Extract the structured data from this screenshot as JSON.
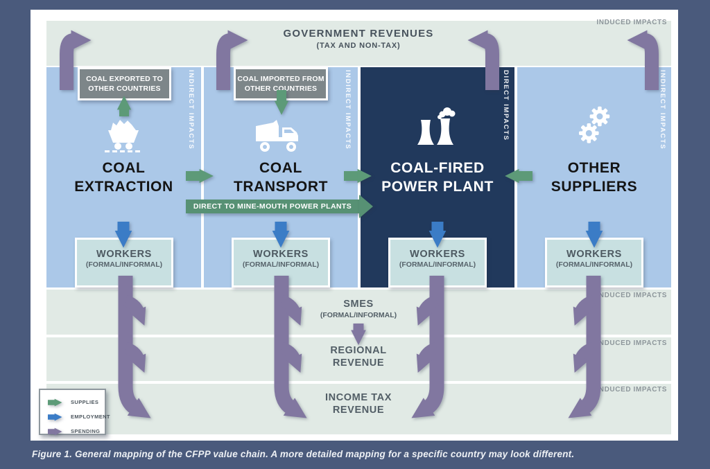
{
  "figure_caption": "Figure 1. General mapping of the CFPP value chain. A more detailed mapping for a specific country may look different.",
  "government_band": {
    "title": "GOVERNMENT REVENUES",
    "subtitle": "(TAX AND NON-TAX)",
    "induced_label": "INDUCED IMPACTS"
  },
  "flow_boxes": {
    "exported": {
      "line1": "COAL EXPORTED TO",
      "line2": "OTHER COUNTRIES"
    },
    "imported": {
      "line1": "COAL IMPORTED FROM",
      "line2": "OTHER COUNTRIES"
    }
  },
  "mine_mouth_banner": "DIRECT TO MINE-MOUTH POWER PLANTS",
  "columns": [
    {
      "id": "coal-extraction",
      "title_line1": "COAL",
      "title_line2": "EXTRACTION",
      "impact_label": "INDIRECT IMPACTS",
      "icon": "mine-cart-icon",
      "workers": {
        "title": "WORKERS",
        "subtitle": "(FORMAL/INFORMAL)"
      }
    },
    {
      "id": "coal-transport",
      "title_line1": "COAL",
      "title_line2": "TRANSPORT",
      "impact_label": "INDIRECT IMPACTS",
      "icon": "dump-truck-icon",
      "workers": {
        "title": "WORKERS",
        "subtitle": "(FORMAL/INFORMAL)"
      }
    },
    {
      "id": "coal-fired-power-plant",
      "title_line1": "COAL-FIRED",
      "title_line2": "POWER PLANT",
      "impact_label": "DIRECT IMPACTS",
      "icon": "power-plant-icon",
      "workers": {
        "title": "WORKERS",
        "subtitle": "(FORMAL/INFORMAL)"
      }
    },
    {
      "id": "other-suppliers",
      "title_line1": "OTHER",
      "title_line2": "SUPPLIERS",
      "impact_label": "INDIRECT IMPACTS",
      "icon": "gears-icon",
      "workers": {
        "title": "WORKERS",
        "subtitle": "(FORMAL/INFORMAL)"
      }
    }
  ],
  "induced_bands": [
    {
      "row1": "SMES",
      "row2": "(FORMAL/INFORMAL)",
      "right_label": "INDUCED IMPACTS"
    },
    {
      "row1": "REGIONAL",
      "row2": "REVENUE",
      "right_label": "INDUCED IMPACTS"
    },
    {
      "row1": "INCOME TAX",
      "row2": "REVENUE",
      "right_label": "INDUCED IMPACTS"
    }
  ],
  "legend": [
    {
      "label": "SUPPLIES",
      "icon": "supplies-arrow-icon",
      "color": "#5d9a78"
    },
    {
      "label": "EMPLOYMENT",
      "icon": "employment-arrow-icon",
      "color": "#3b7cc6"
    },
    {
      "label": "SPENDING",
      "icon": "spending-arrow-icon",
      "color": "#8177a0"
    }
  ],
  "colors": {
    "page_background": "#4a5a7c",
    "panel": "#ffffff",
    "band_mint": "#e1eae5",
    "column_blue": "#abc8e8",
    "column_navy": "#21395c",
    "gray_box": "#7d8689",
    "workers_box": "#c8e0e1",
    "supplies_green": "#5d9a78",
    "employment_blue": "#3b7cc6",
    "spending_purple": "#8177a0",
    "muted_label": "#8d969b",
    "dark_text": "#4d5961"
  }
}
